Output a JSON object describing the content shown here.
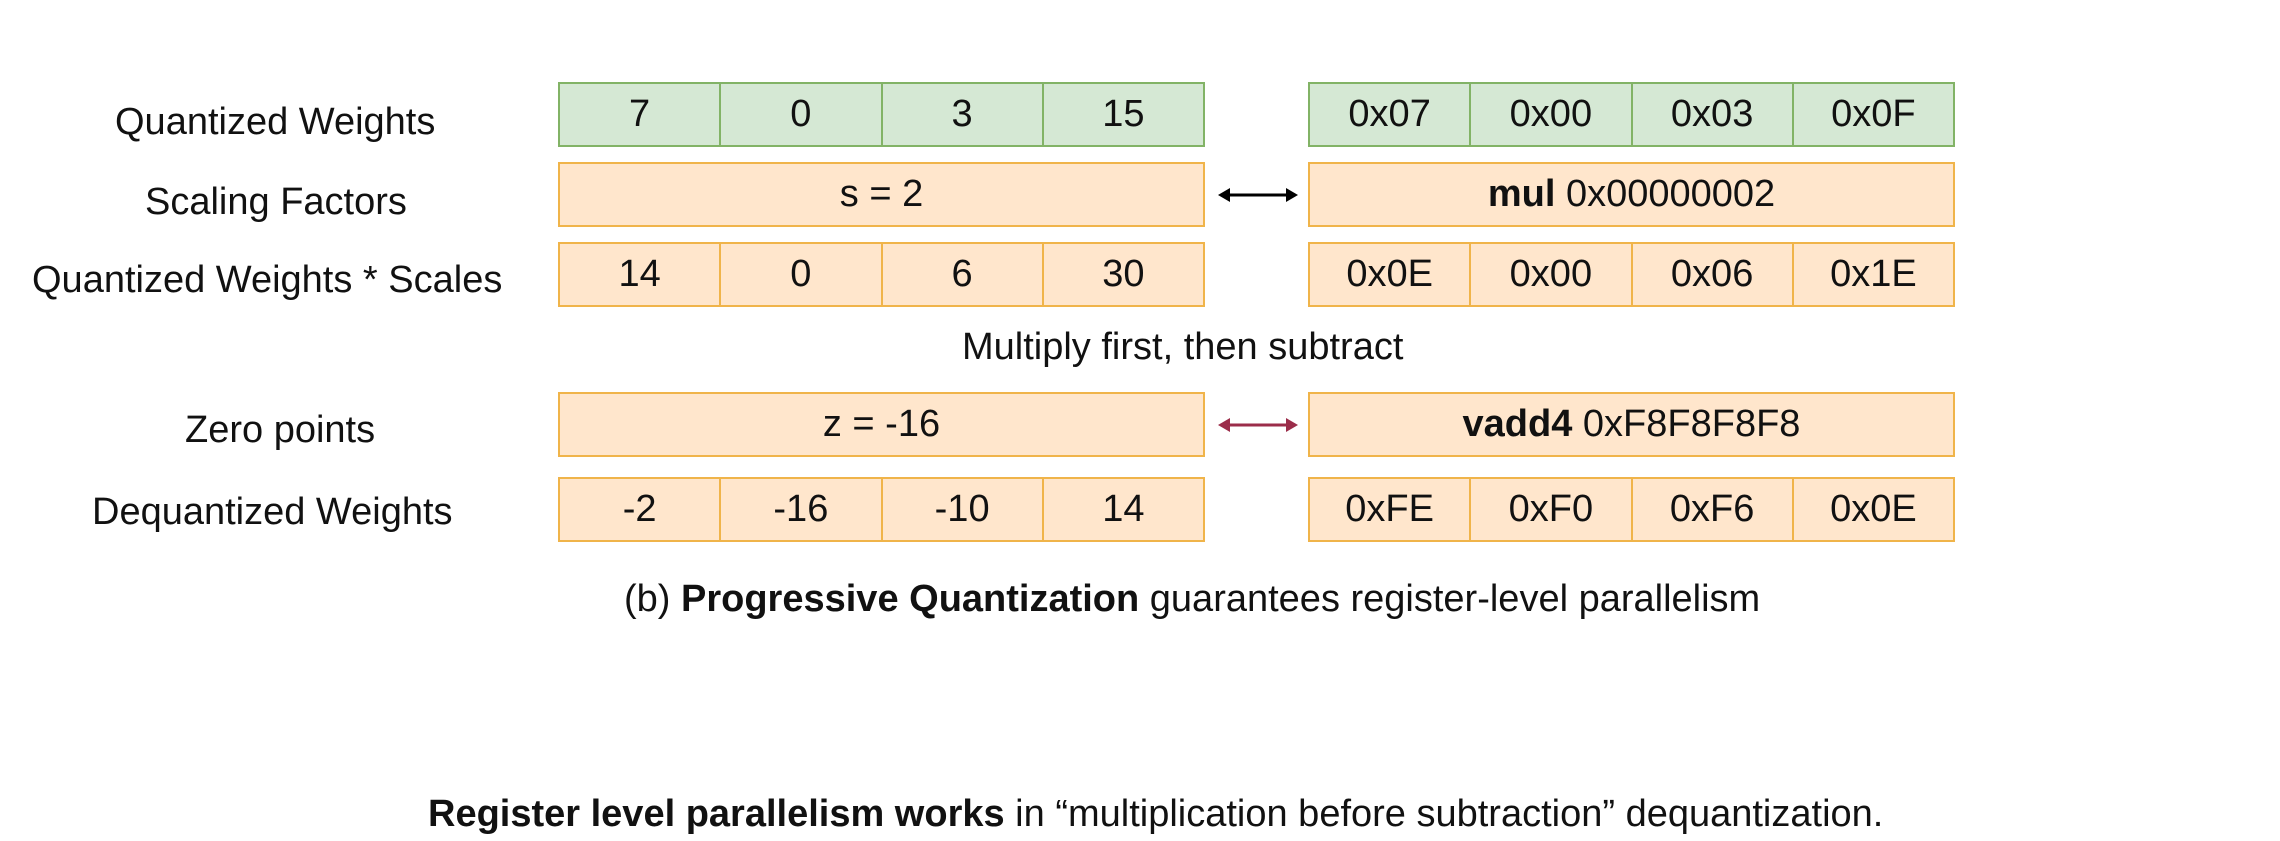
{
  "rows": {
    "quantized": {
      "label": "Quantized Weights",
      "left": [
        "7",
        "0",
        "3",
        "15"
      ],
      "right": [
        "0x07",
        "0x00",
        "0x03",
        "0x0F"
      ]
    },
    "scaling": {
      "label": "Scaling Factors",
      "left": "s = 2",
      "right_op": "mul",
      "right_value": "0x00000002"
    },
    "scaled": {
      "label": "Quantized Weights * Scales",
      "left": [
        "14",
        "0",
        "6",
        "30"
      ],
      "right": [
        "0x0E",
        "0x00",
        "0x06",
        "0x1E"
      ]
    },
    "zero": {
      "label": "Zero points",
      "left": "z = -16",
      "right_op": "vadd4",
      "right_value": "0xF8F8F8F8"
    },
    "dequant": {
      "label": "Dequantized Weights",
      "left": [
        "-2",
        "-16",
        "-10",
        "14"
      ],
      "right": [
        "0xFE",
        "0xF0",
        "0xF6",
        "0x0E"
      ]
    }
  },
  "mid_note": "Multiply first, then subtract",
  "caption": {
    "prefix": "(b) ",
    "bold": "Progressive Quantization",
    "rest": " guarantees register-level parallelism"
  },
  "footer": {
    "bold": "Register level parallelism works",
    "rest": " in “multiplication before subtraction” dequantization."
  },
  "colors": {
    "green_fill": "#d5e8d4",
    "green_border": "#82b366",
    "orange_fill": "#ffe6cc",
    "orange_border": "#f0b44a",
    "arrow_black": "#000000",
    "arrow_red": "#9b2d4a"
  }
}
